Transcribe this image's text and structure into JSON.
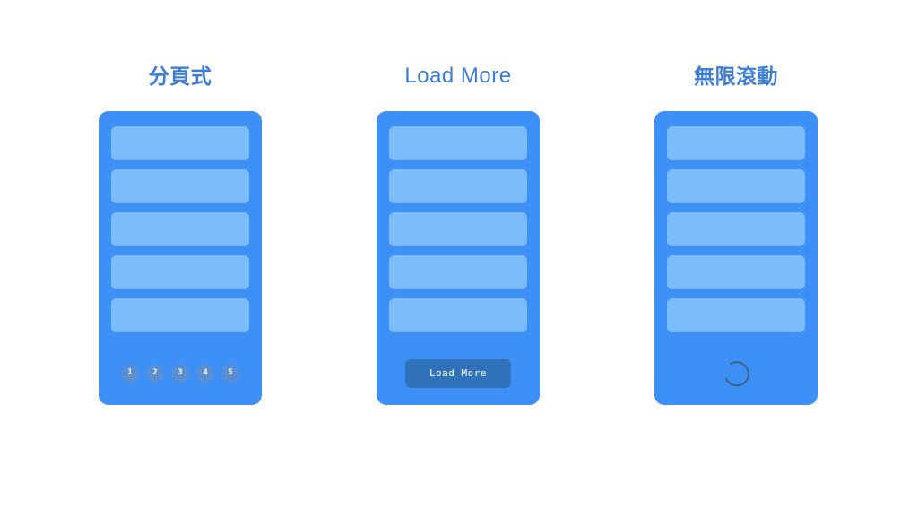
{
  "page": {
    "background_color": "#ffffff",
    "title_color": "#3b7dd8",
    "panel_color": "#3d90f5",
    "card_color": "#7bbcfa"
  },
  "columns": [
    {
      "title": "分頁式",
      "title_script": "cjk",
      "cards": [
        "",
        "",
        "",
        "",
        ""
      ],
      "footer_type": "pagination",
      "pagination": {
        "pages": [
          "1",
          "2",
          "3",
          "4",
          "5"
        ],
        "dot_color": "#5b8fd4",
        "dot_text_color": "#ffffff"
      }
    },
    {
      "title": "Load More",
      "title_script": "latin",
      "cards": [
        "",
        "",
        "",
        "",
        ""
      ],
      "footer_type": "button",
      "button": {
        "label": "Load More",
        "background_color": "#3173bb",
        "text_color": "#ffffff"
      }
    },
    {
      "title": "無限滾動",
      "title_script": "cjk",
      "cards": [
        "",
        "",
        "",
        "",
        ""
      ],
      "footer_type": "spinner",
      "spinner": {
        "icon": "loading-spinner-icon",
        "stroke_color": "#3f5f84"
      }
    }
  ]
}
